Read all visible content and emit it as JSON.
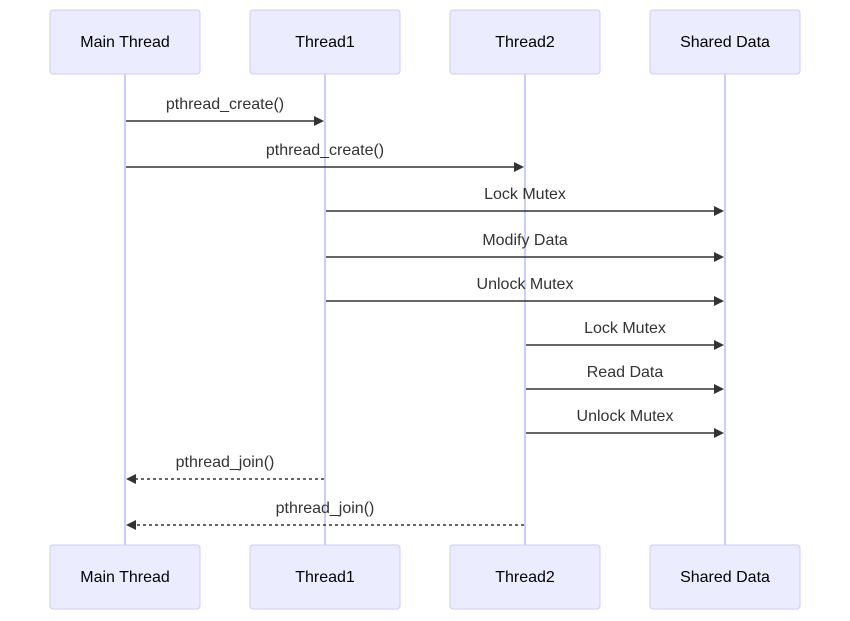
{
  "colors": {
    "actor_fill": "#ECECFF",
    "actor_stroke": "#CCCCFF",
    "lifeline": "#CCCCFF",
    "message": "#333333"
  },
  "participants": [
    {
      "id": "main",
      "label": "Main Thread"
    },
    {
      "id": "t1",
      "label": "Thread1"
    },
    {
      "id": "t2",
      "label": "Thread2"
    },
    {
      "id": "shared",
      "label": "Shared Data"
    }
  ],
  "messages": [
    {
      "from": "main",
      "to": "t1",
      "label": "pthread_create()",
      "style": "solid"
    },
    {
      "from": "main",
      "to": "t2",
      "label": "pthread_create()",
      "style": "solid"
    },
    {
      "from": "t1",
      "to": "shared",
      "label": "Lock Mutex",
      "style": "solid"
    },
    {
      "from": "t1",
      "to": "shared",
      "label": "Modify Data",
      "style": "solid"
    },
    {
      "from": "t1",
      "to": "shared",
      "label": "Unlock Mutex",
      "style": "solid"
    },
    {
      "from": "t2",
      "to": "shared",
      "label": "Lock Mutex",
      "style": "solid"
    },
    {
      "from": "t2",
      "to": "shared",
      "label": "Read Data",
      "style": "solid"
    },
    {
      "from": "t2",
      "to": "shared",
      "label": "Unlock Mutex",
      "style": "solid"
    },
    {
      "from": "t1",
      "to": "main",
      "label": "pthread_join()",
      "style": "dashed"
    },
    {
      "from": "t2",
      "to": "main",
      "label": "pthread_join()",
      "style": "dashed"
    }
  ]
}
